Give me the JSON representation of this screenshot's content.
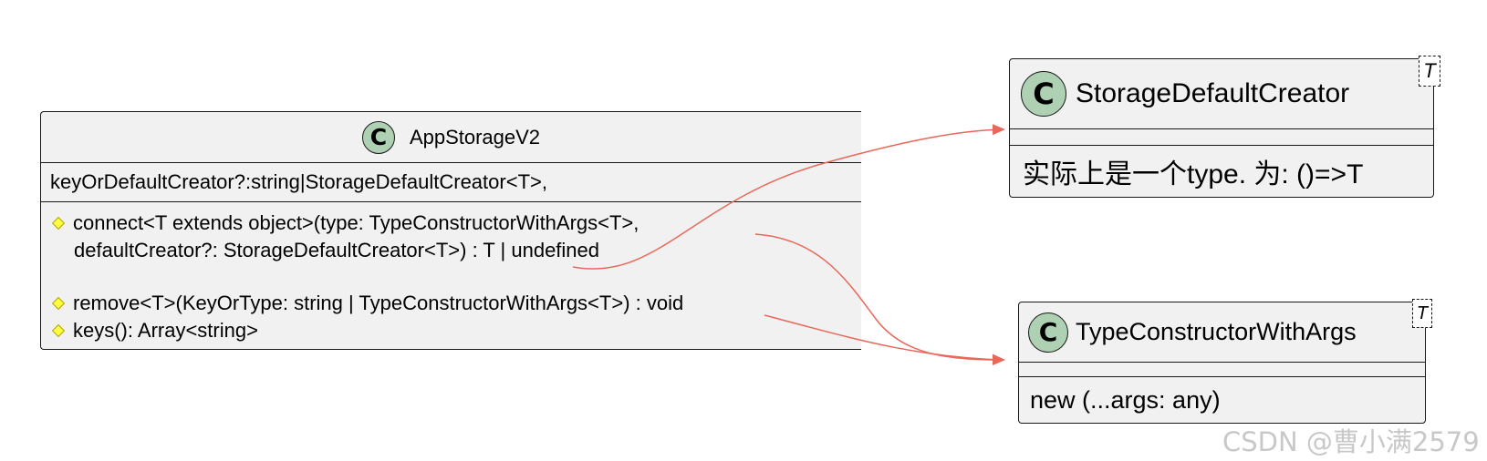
{
  "classes": {
    "app_storage": {
      "stereotype_letter": "C",
      "name": "AppStorageV2",
      "attributes": [
        "keyOrDefaultCreator?:string|StorageDefaultCreator<T>,"
      ],
      "methods": [
        {
          "line1": "connect<T extends object>(type: TypeConstructorWithArgs<T>,",
          "line2": "defaultCreator?: StorageDefaultCreator<T>) : T | undefined"
        },
        {
          "line1": "remove<T>(KeyOrType: string | TypeConstructorWithArgs<T>) : void"
        },
        {
          "line1": "keys(): Array<string>"
        }
      ]
    },
    "storage_default_creator": {
      "stereotype_letter": "C",
      "name": "StorageDefaultCreator",
      "generic_param": "T",
      "body": "实际上是一个type. 为: ()=>T"
    },
    "type_constructor": {
      "stereotype_letter": "C",
      "name": "TypeConstructorWithArgs",
      "generic_param": "T",
      "body": "new (...args: any)"
    }
  },
  "colors": {
    "class_fill": "#f1f1f1",
    "class_icon_fill": "#add1b2",
    "method_marker": "#ffff44",
    "connector": "#e8685a"
  },
  "icons": {
    "method_marker": "yellow-diamond-icon",
    "class_marker": "class-c-circle-icon"
  },
  "watermark": "CSDN @曹小满2579"
}
